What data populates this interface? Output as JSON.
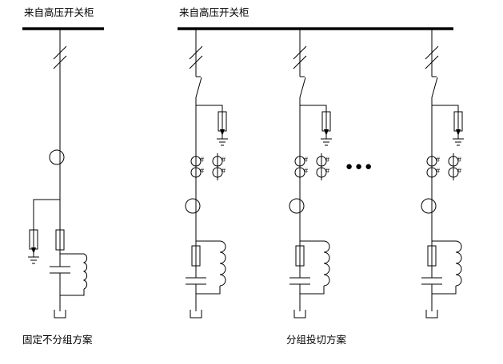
{
  "colors": {
    "background": "#ffffff",
    "ink": "#000000"
  },
  "left_section": {
    "source_label": "来自高压开关柜",
    "caption": "固定不分组方案"
  },
  "right_section": {
    "source_label": "来自高压开关柜",
    "caption": "分组投切方案",
    "hash_mark": "#",
    "ellipsis": "●●●"
  }
}
